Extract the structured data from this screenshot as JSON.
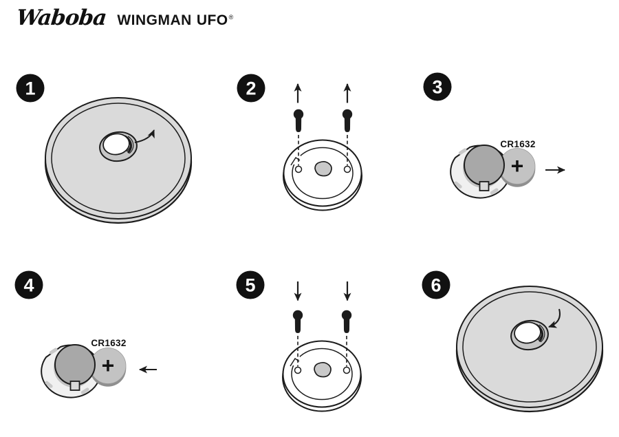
{
  "header": {
    "brand": "Waboba",
    "product": "WINGMAN",
    "product_emphasis": "UFO",
    "registered": "®"
  },
  "steps": [
    {
      "number": "1"
    },
    {
      "number": "2"
    },
    {
      "number": "3",
      "battery_label": "CR1632"
    },
    {
      "number": "4",
      "battery_label": "CR1632"
    },
    {
      "number": "5"
    },
    {
      "number": "6"
    }
  ],
  "icons": {
    "battery_positive": "+"
  },
  "colors": {
    "outline": "#1c1c1c",
    "disc_fill": "#dadada",
    "socket_fill": "#c6c6c6",
    "module_center_fill": "#c9c9c9",
    "holder_fill": "#f0f0f0",
    "well_fill": "#a8a8a8",
    "well_shadow": "#c2c2c2",
    "battery_fill": "#c3c3c3",
    "battery_rim": "#8f8f8f",
    "tab_fill": "#d8d8d8",
    "badge_fill": "#111111",
    "badge_text": "#ffffff"
  }
}
